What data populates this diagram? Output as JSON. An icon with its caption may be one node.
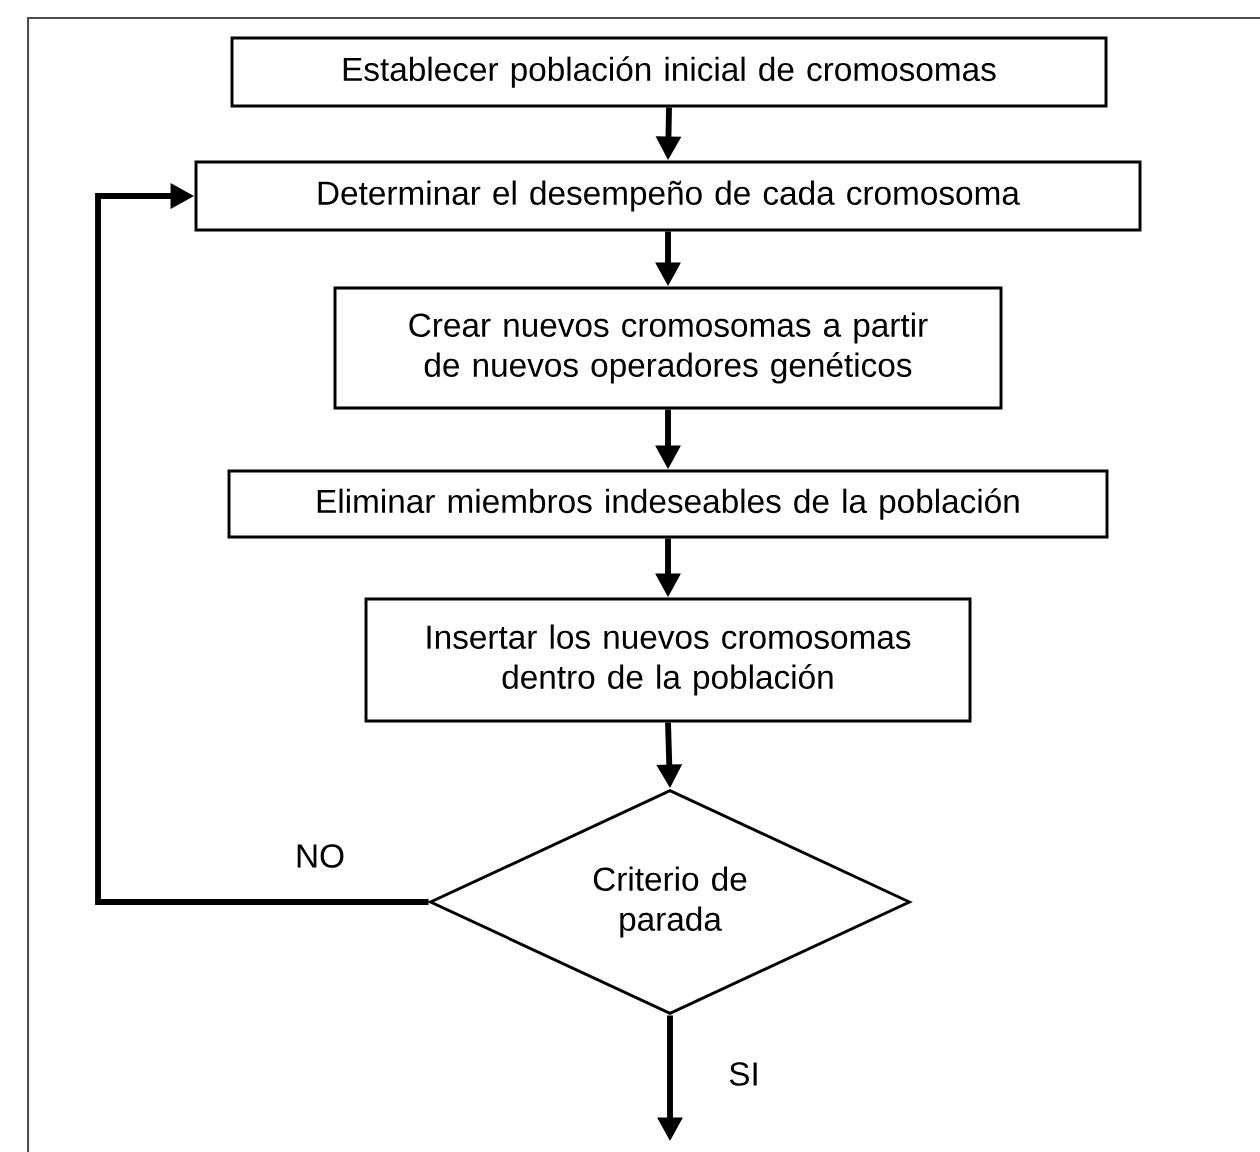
{
  "diagram": {
    "nodes": [
      {
        "text": [
          "Establecer población inicial de cromosomas"
        ]
      },
      {
        "text": [
          "Determinar el desempeño de cada cromosoma"
        ]
      },
      {
        "text": [
          "Crear nuevos cromosomas a partir de nuevos operadores genéticos"
        ]
      },
      {
        "text": [
          "Eliminar miembros indeseables de la población"
        ]
      },
      {
        "text": [
          "Insertar los nuevos cromosomas dentro de la población"
        ]
      },
      {
        "text": [
          "Criterio de parada"
        ]
      }
    ],
    "edges": [
      {
        "from": 0,
        "to": 1,
        "arrow": "to"
      },
      {
        "from": 1,
        "to": 2,
        "arrow": "to"
      },
      {
        "from": 2,
        "to": 3,
        "arrow": "to"
      },
      {
        "from": 3,
        "to": 4,
        "arrow": "to"
      },
      {
        "from": 4,
        "to": 5,
        "arrow": "to"
      },
      {
        "from": 5,
        "to": 1,
        "arrow": "to",
        "label": "NO"
      },
      {
        "from": 5,
        "to": null,
        "arrow": "to",
        "label": "SI"
      }
    ]
  }
}
